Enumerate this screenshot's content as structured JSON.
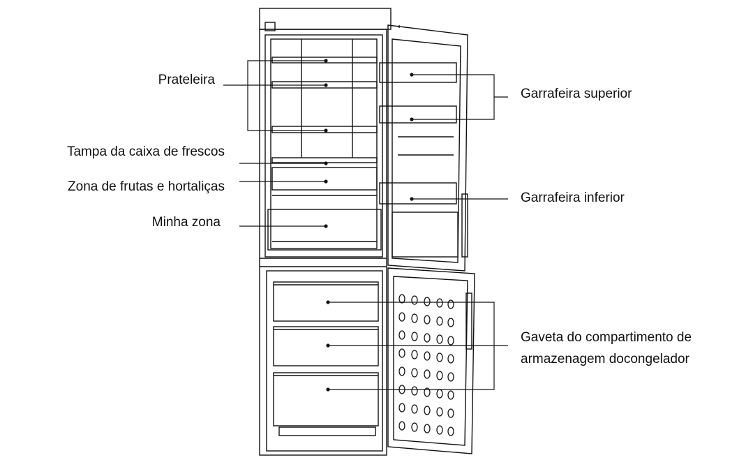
{
  "labels": {
    "prateleira": "Prateleira",
    "tampa": "Tampa da caixa de frescos",
    "zona_frutas": "Zona de frutas e hortaliças",
    "minha_zona": "Minha zona",
    "garrafeira_superior": "Garrafeira superior",
    "garrafeira_inferior": "Garrafeira inferior",
    "gaveta_line1": "Gaveta do compartimento de",
    "gaveta_line2": "armazenagem docongelador"
  },
  "colors": {
    "line": "#111111",
    "background": "#ffffff"
  }
}
